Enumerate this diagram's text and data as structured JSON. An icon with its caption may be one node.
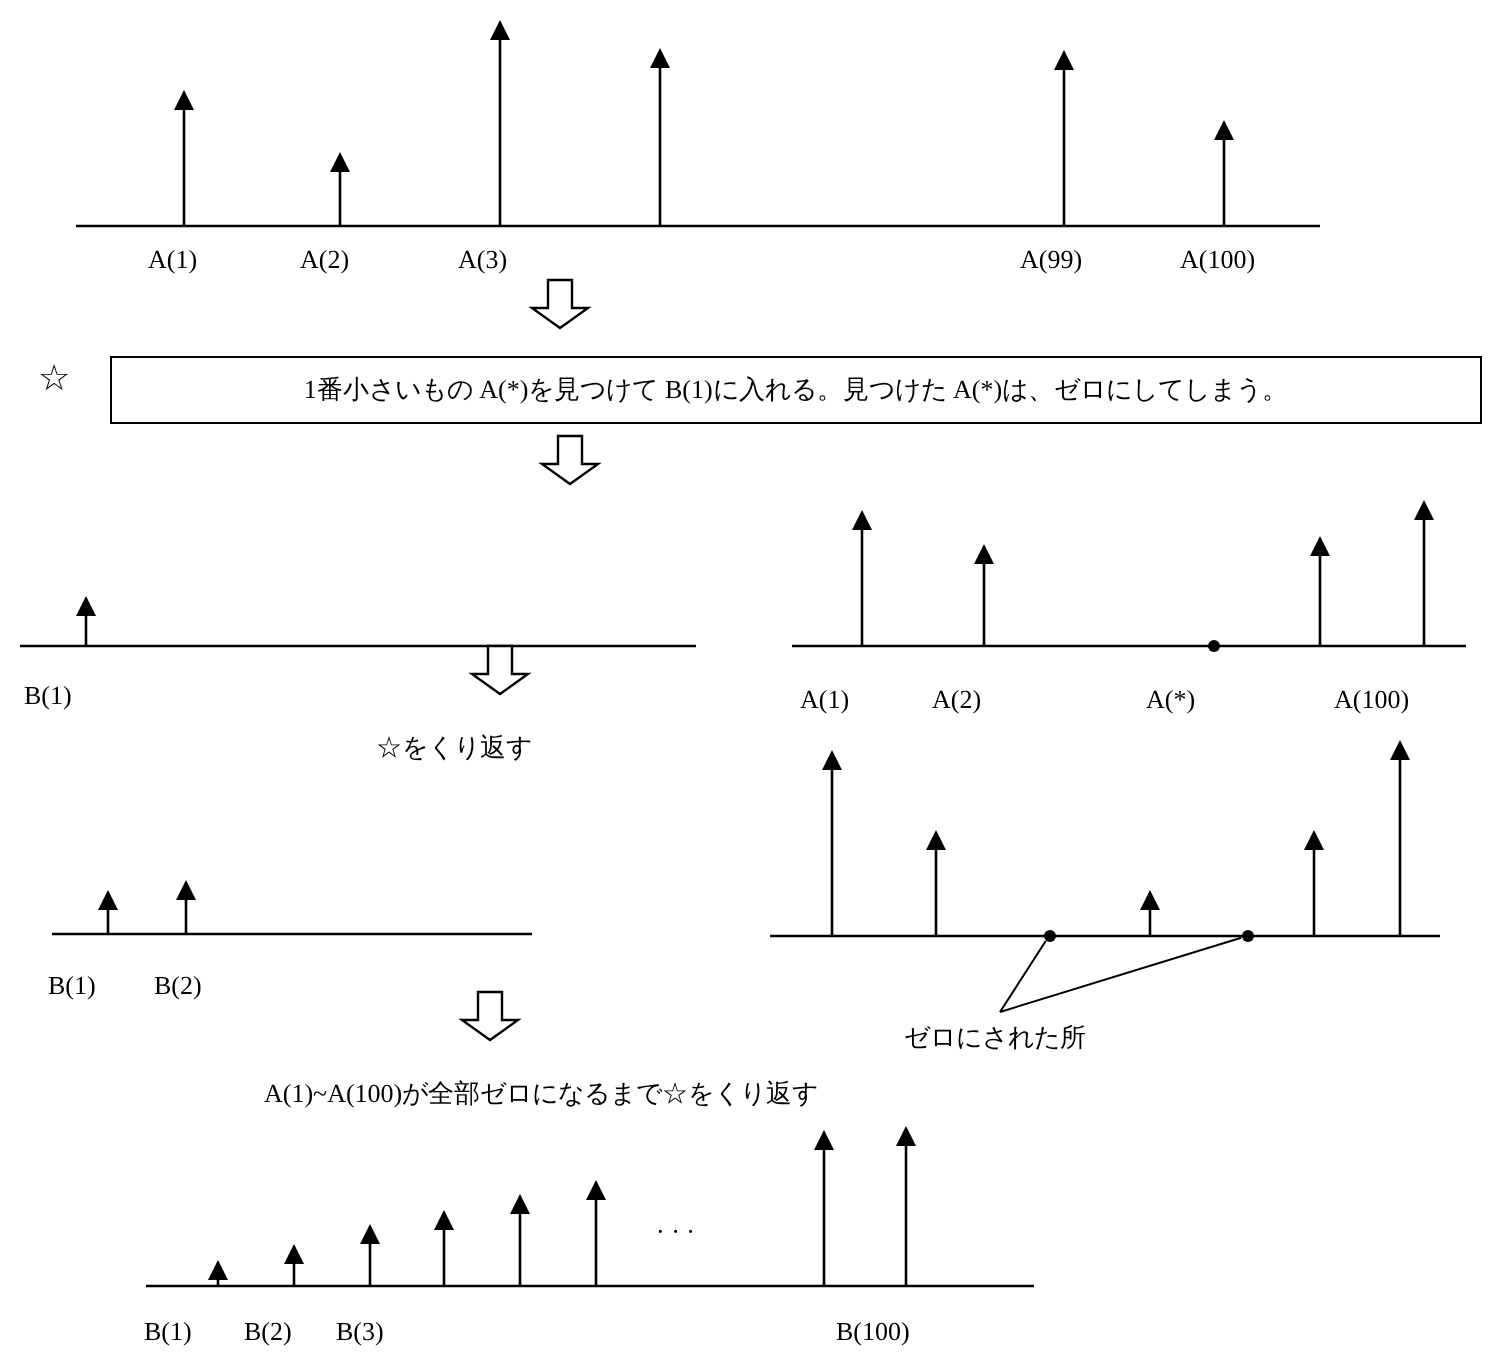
{
  "diagram": {
    "nodes": [
      {
        "text": [
          "1番小さいもの A(*)を見つけて B(1)に入れる。見つけた A(*)は、ゼロにしてしまう。"
        ],
        "beside": [
          "☆"
        ]
      },
      {
        "text": [],
        "shape": "circle"
      },
      {
        "text": [],
        "shape": "circle"
      },
      {
        "text": [
          "ゼロにされた所"
        ]
      }
    ],
    "edges": [
      {
        "from": 3,
        "to": 1,
        "arrow": "none"
      },
      {
        "from": 3,
        "to": 2,
        "arrow": "none"
      }
    ],
    "labels": [
      "A(1)",
      "A(2)",
      "A(3)",
      "A(99)",
      "A(100)",
      "B(1)",
      "A(1)",
      "A(2)",
      "A(*)",
      "A(100)",
      "☆をくり返す",
      "B(1)",
      "B(2)",
      "A(1)~A(100)が全部ゼロになるまで☆をくり返す",
      "· · ·",
      "B(1)",
      "B(2)",
      "B(3)",
      "B(100)"
    ]
  }
}
